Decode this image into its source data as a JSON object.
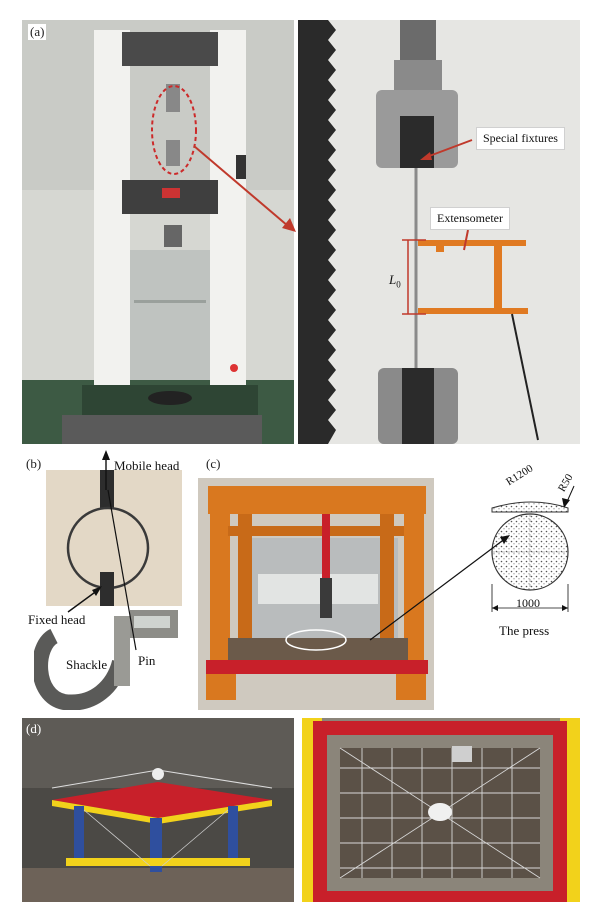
{
  "panels": {
    "a": {
      "label": "(a)",
      "callout_fixtures": "Special fixtures",
      "callout_extensometer": "Extensometer",
      "gauge_label": "L",
      "gauge_sub": "0"
    },
    "b": {
      "label": "(b)",
      "mobile_head": "Mobile head",
      "fixed_head": "Fixed head",
      "shackle": "Shackle",
      "pin": "Pin"
    },
    "c": {
      "label": "(c)",
      "radius_large": "R1200",
      "radius_small": "R50",
      "diameter": "1000",
      "caption": "The press"
    },
    "d": {
      "label": "(d)"
    }
  },
  "colors": {
    "frame_orange": "#d9781f",
    "frame_red": "#c8202a",
    "frame_blue": "#2f4f9e",
    "frame_yellow": "#f2d21b",
    "arrow_red": "#c0392b"
  }
}
